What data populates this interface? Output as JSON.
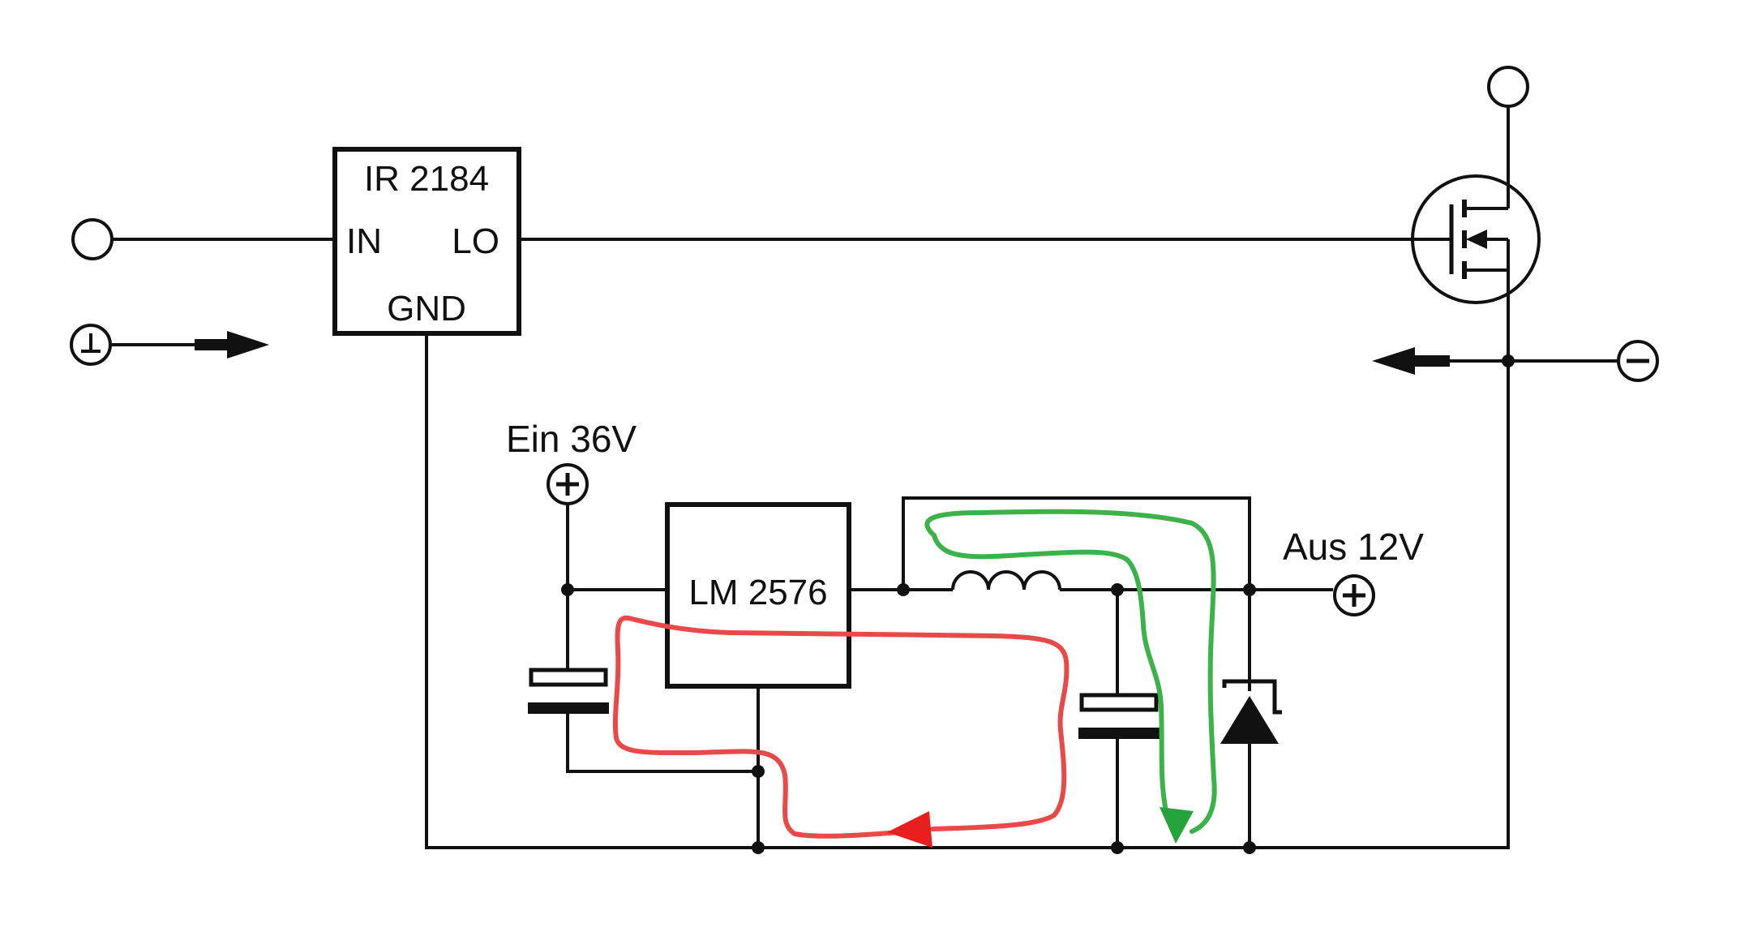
{
  "ic_driver": {
    "name": "IR 2184",
    "pin_in": "IN",
    "pin_lo": "LO",
    "pin_gnd": "GND"
  },
  "ic_regulator": {
    "name": "LM 2576"
  },
  "input_label": "Ein 36V",
  "output_label": "Aus 12V",
  "colors": {
    "ink": "#111111",
    "current_loop_red": "#e84a4a",
    "current_loop_green": "#3cb34a"
  },
  "icons": [
    "open-terminal-icon",
    "ground-terminal-icon",
    "plus-terminal-icon",
    "minus-terminal-icon",
    "arrow-right-icon",
    "arrow-left-icon",
    "mosfet-icon",
    "inductor-icon",
    "capacitor-icon",
    "zener-diode-icon"
  ]
}
